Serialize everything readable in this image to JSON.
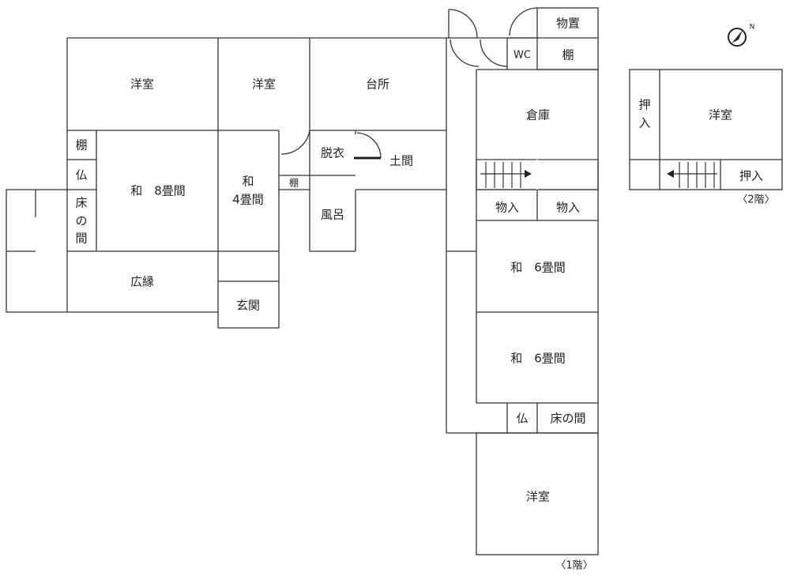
{
  "floor1": {
    "rooms": {
      "yoshitsu_a": "洋室",
      "yoshitsu_b": "洋室",
      "daidokoro": "台所",
      "tana_a": "棚",
      "butsu_a": "仏",
      "tokonoma_a_1": "床",
      "tokonoma_a_2": "の",
      "tokonoma_a_3": "間",
      "wa8": "和　8畳間",
      "wa4_1": "和",
      "wa4_2": "4畳間",
      "datsui": "脱衣",
      "doma": "土間",
      "tana_b": "棚",
      "furo": "風呂",
      "hiroen": "広縁",
      "genkan": "玄関",
      "monooki": "物置",
      "wc": "WC",
      "tana_c": "棚",
      "souko": "倉庫",
      "mononyu_a": "物入",
      "mononyu_b": "物入",
      "wa6_a": "和　6畳間",
      "wa6_b": "和　6畳間",
      "butsu_b": "仏",
      "tokonoma_b": "床の間",
      "yoshitsu_c": "洋室"
    },
    "label": "〈1階〉"
  },
  "floor2": {
    "rooms": {
      "oshiire_a_1": "押",
      "oshiire_a_2": "入",
      "yoshitsu": "洋室",
      "oshiire_b": "押入"
    },
    "label": "〈2階〉"
  },
  "compass_icon": "compass-north-icon"
}
